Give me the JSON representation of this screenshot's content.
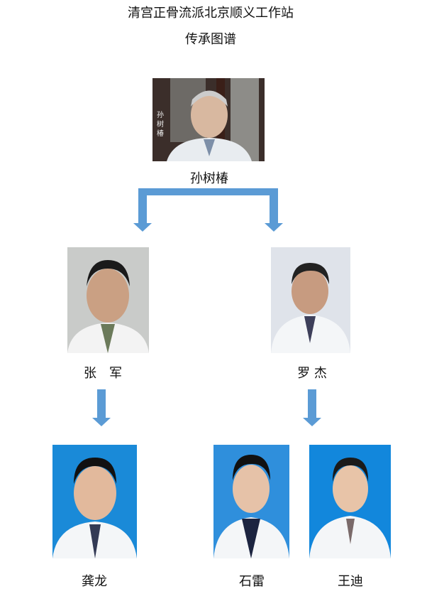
{
  "title": "清宫正骨流派北京顺义工作站",
  "subtitle": "传承图谱",
  "colors": {
    "arrow": "#5b9bd5",
    "photo_blue": "#1a8ad8"
  },
  "people": {
    "root": {
      "name": "孙树椿",
      "photo_caption": "孙树椿"
    },
    "gen2": [
      {
        "name": "张　军"
      },
      {
        "name": "罗 杰"
      }
    ],
    "gen3": [
      {
        "name": "龚龙"
      },
      {
        "name": "石雷"
      },
      {
        "name": "王迪"
      }
    ]
  }
}
